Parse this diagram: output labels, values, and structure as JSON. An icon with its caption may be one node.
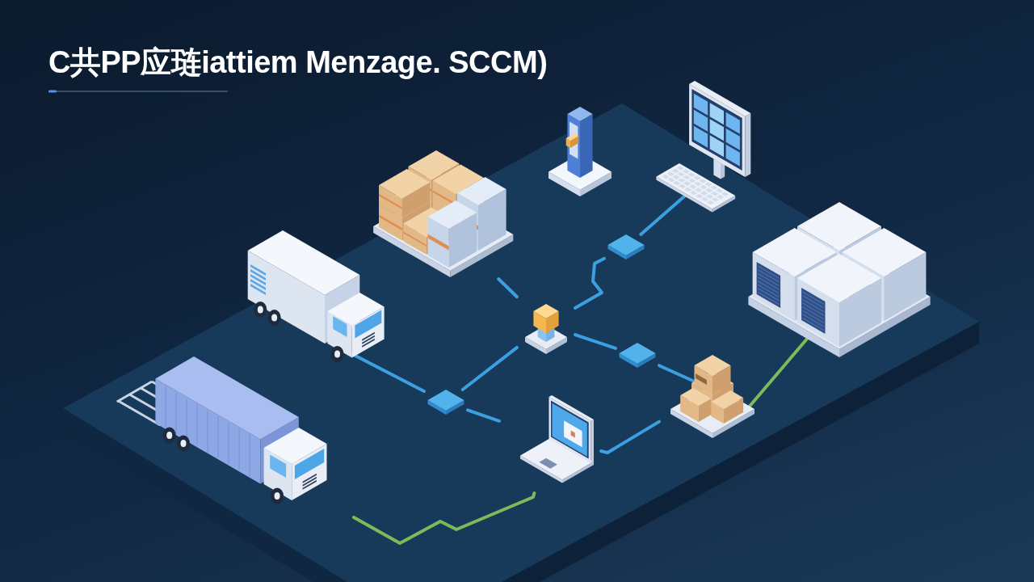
{
  "diagram": {
    "title": "C共PP应琏iattiem Menzage. SCCM)",
    "nodes": [
      {
        "text": [],
        "shape": "picture"
      },
      {
        "text": [],
        "shape": "picture"
      },
      {
        "text": [],
        "shape": "picture"
      },
      {
        "text": [],
        "shape": "diamond"
      },
      {
        "text": [],
        "shape": "picture"
      },
      {
        "text": [],
        "shape": "picture"
      },
      {
        "text": [],
        "shape": "picture"
      },
      {
        "text": [],
        "shape": "diamond"
      },
      {
        "text": [],
        "shape": "picture"
      },
      {
        "text": [],
        "shape": "diamond"
      },
      {
        "text": [],
        "shape": "picture"
      },
      {
        "text": [],
        "shape": "picture"
      }
    ],
    "edges": [
      {
        "from": 1,
        "to": 3,
        "arrow": "none"
      },
      {
        "from": 3,
        "to": 6,
        "arrow": "none"
      },
      {
        "from": 2,
        "to": 6,
        "arrow": "none"
      },
      {
        "from": 6,
        "to": 7,
        "arrow": "none"
      },
      {
        "from": 7,
        "to": 8,
        "arrow": "none"
      },
      {
        "from": 5,
        "to": 9,
        "arrow": "none"
      },
      {
        "from": 9,
        "to": 6,
        "arrow": "none"
      },
      {
        "from": 9,
        "to": 11,
        "arrow": "none"
      },
      {
        "from": 11,
        "to": 8,
        "arrow": "none"
      },
      {
        "from": 8,
        "to": 4,
        "arrow": "none",
        "color": "#7cbb5a"
      },
      {
        "from": 10,
        "to": 11,
        "arrow": "none",
        "color": "#7cbb5a"
      }
    ]
  }
}
